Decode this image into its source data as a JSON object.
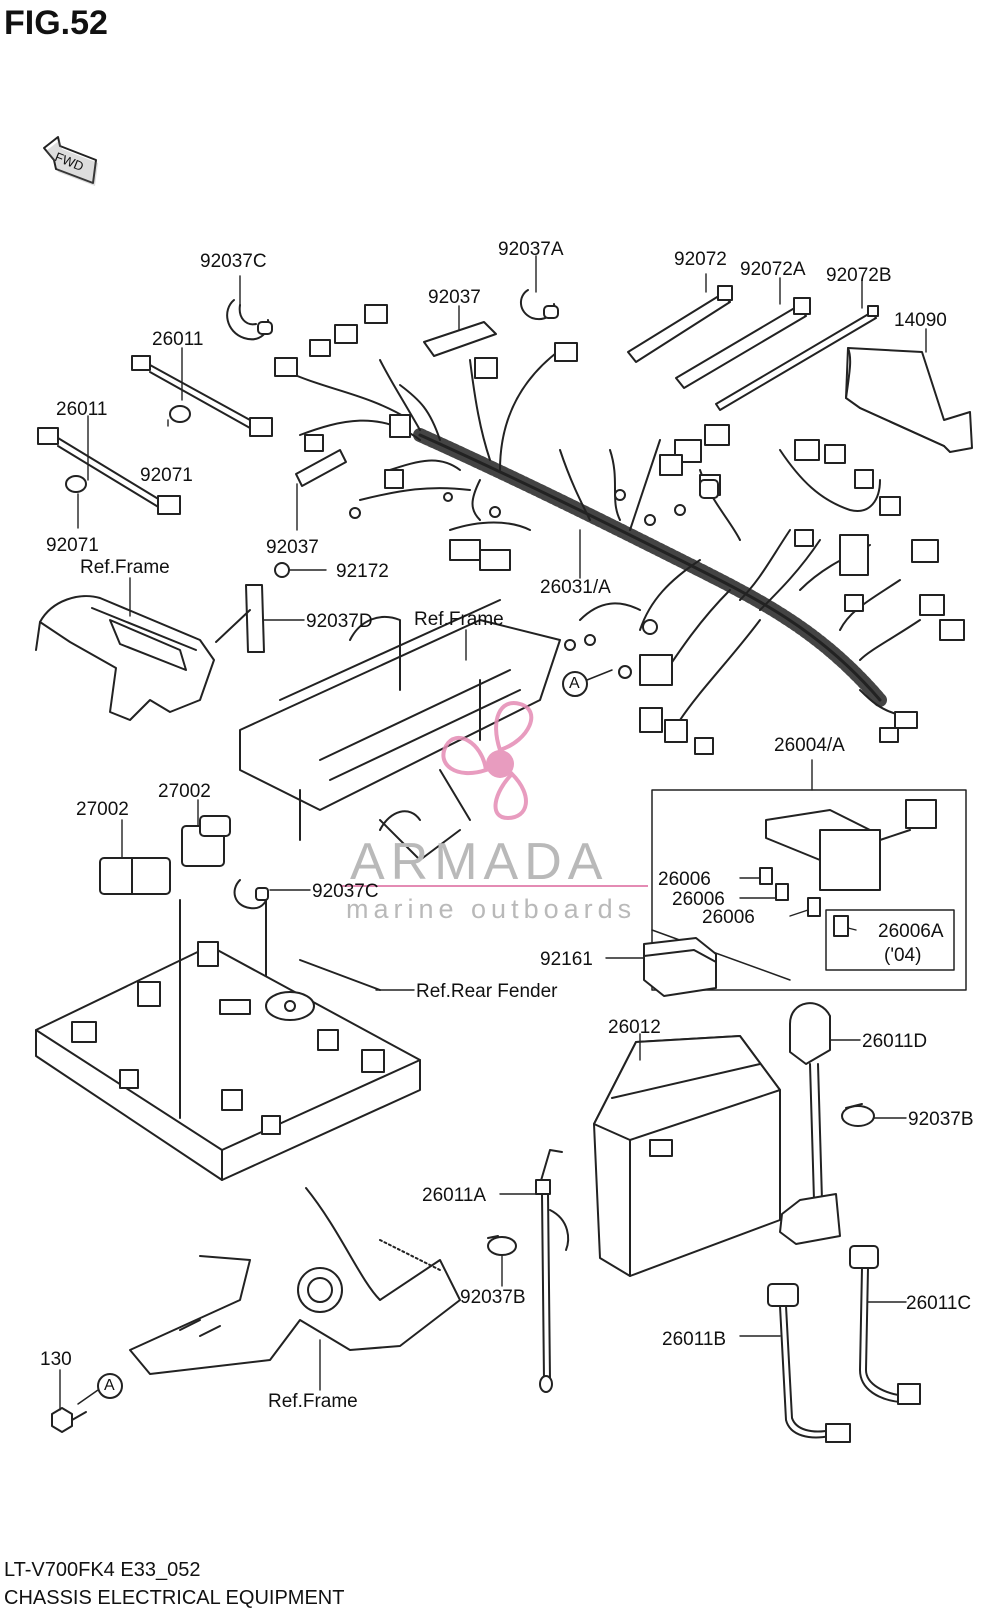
{
  "figure": {
    "title": "FIG.52"
  },
  "direction": {
    "label": "FWD"
  },
  "callouts": [
    {
      "id": "c01",
      "label": "92037C"
    },
    {
      "id": "c02",
      "label": "92037A"
    },
    {
      "id": "c03",
      "label": "92072"
    },
    {
      "id": "c04",
      "label": "92072A"
    },
    {
      "id": "c05",
      "label": "92072B"
    },
    {
      "id": "c06",
      "label": "92037"
    },
    {
      "id": "c07",
      "label": "14090"
    },
    {
      "id": "c08",
      "label": "26011"
    },
    {
      "id": "c09",
      "label": "26011"
    },
    {
      "id": "c10",
      "label": "92071"
    },
    {
      "id": "c11",
      "label": "92071"
    },
    {
      "id": "c12",
      "label": "92037"
    },
    {
      "id": "c13",
      "label": "Ref.Frame"
    },
    {
      "id": "c14",
      "label": "92172"
    },
    {
      "id": "c15",
      "label": "26031/A"
    },
    {
      "id": "c16",
      "label": "92037D"
    },
    {
      "id": "c17",
      "label": "Ref.Frame"
    },
    {
      "id": "c18",
      "label": "26004/A"
    },
    {
      "id": "c19",
      "label": "27002"
    },
    {
      "id": "c20",
      "label": "27002"
    },
    {
      "id": "c21",
      "label": "92037C"
    },
    {
      "id": "c22",
      "label": "26006"
    },
    {
      "id": "c23",
      "label": "26006"
    },
    {
      "id": "c24",
      "label": "26006"
    },
    {
      "id": "c25",
      "label": "26006A"
    },
    {
      "id": "c26",
      "label": "('04)"
    },
    {
      "id": "c27",
      "label": "92161"
    },
    {
      "id": "c28",
      "label": "Ref.Rear Fender"
    },
    {
      "id": "c29",
      "label": "26012"
    },
    {
      "id": "c30",
      "label": "26011D"
    },
    {
      "id": "c31",
      "label": "92037B"
    },
    {
      "id": "c32",
      "label": "26011A"
    },
    {
      "id": "c33",
      "label": "92037B"
    },
    {
      "id": "c34",
      "label": "26011C"
    },
    {
      "id": "c35",
      "label": "26011B"
    },
    {
      "id": "c36",
      "label": "130"
    },
    {
      "id": "c37",
      "label": "Ref.Frame"
    }
  ],
  "reference_markers": [
    {
      "id": "m1",
      "label": "A"
    },
    {
      "id": "m2",
      "label": "A"
    }
  ],
  "watermark": {
    "brand": "ARMADA",
    "tagline": "marine outboards",
    "color": "#e48bb4"
  },
  "footer": {
    "model_code": "LT-V700FK4 E33_052",
    "section_title": "CHASSIS ELECTRICAL EQUIPMENT"
  },
  "colors": {
    "line": "#222222",
    "background": "#ffffff"
  }
}
